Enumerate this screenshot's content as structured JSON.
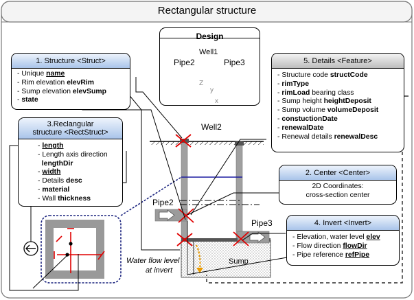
{
  "title": "Rectangular structure",
  "design": {
    "title": "Design",
    "well_label": "Well1",
    "pipe_left": "Pipe2",
    "pipe_right": "Pipe3",
    "axis_z": "Z",
    "axis_y": "y",
    "axis_x": "x"
  },
  "struct_box": {
    "title": "1. Structure <Struct>",
    "items": [
      {
        "pre": "- Unique ",
        "bold": "name",
        "post": "",
        "underline": true
      },
      {
        "pre": "- Rim elevation ",
        "bold": "elevRim",
        "post": "",
        "underline": false
      },
      {
        "pre": "- Sump elevation ",
        "bold": "elevSump",
        "post": "",
        "underline": false
      },
      {
        "pre": "- ",
        "bold": "state",
        "post": "",
        "underline": false
      }
    ]
  },
  "rect_box": {
    "title_line1": "3.Reclangular",
    "title_line2": "structure <RectStruct>",
    "items": [
      {
        "pre": "- ",
        "bold": "length",
        "post": "",
        "underline": true
      },
      {
        "pre": "- Length axis direction",
        "bold": "",
        "post": "",
        "underline": false
      },
      {
        "pre": "  ",
        "bold": "lengthDir",
        "post": "",
        "underline": false
      },
      {
        "pre": "- ",
        "bold": "width",
        "post": "",
        "underline": true
      },
      {
        "pre": "- Details ",
        "bold": "desc",
        "post": "",
        "underline": false
      },
      {
        "pre": "- ",
        "bold": "material",
        "post": "",
        "underline": false
      },
      {
        "pre": "- Wall ",
        "bold": "thickness",
        "post": "",
        "underline": false
      }
    ]
  },
  "details_box": {
    "title": "5. Details <Feature>",
    "items": [
      {
        "pre": "- Structure code ",
        "bold": "structCode",
        "post": "",
        "underline": false
      },
      {
        "pre": "- ",
        "bold": "rimType",
        "post": "",
        "underline": false
      },
      {
        "pre": "- ",
        "bold": "rimLoad",
        "post": " bearing class",
        "underline": false
      },
      {
        "pre": "- Sump height ",
        "bold": "heightDeposit",
        "post": "",
        "underline": false
      },
      {
        "pre": "- Sump volume ",
        "bold": "volumeDeposit",
        "post": "",
        "underline": false
      },
      {
        "pre": "- ",
        "bold": "constuctionDate",
        "post": "",
        "underline": false
      },
      {
        "pre": "- ",
        "bold": "renewalDate",
        "post": "",
        "underline": false
      },
      {
        "pre": "- Renewal details ",
        "bold": "renewalDesc",
        "post": "",
        "underline": false
      }
    ]
  },
  "center_box": {
    "title": "2. Center <Center>",
    "line1": "2D Coordinates:",
    "line2": "cross-section center"
  },
  "invert_box": {
    "title": "4. Invert <Invert>",
    "items": [
      {
        "pre": "- Elevation, water level ",
        "bold": "elev",
        "post": "",
        "underline": true
      },
      {
        "pre": "- Flow direction ",
        "bold": "flowDir",
        "post": "",
        "underline": true
      },
      {
        "pre": "- Pipe reference ",
        "bold": "refPipe",
        "post": "",
        "underline": true
      }
    ]
  },
  "labels": {
    "well2": "Well2",
    "pipe2": "Pipe2",
    "pipe3": "Pipe3",
    "sump": "Sump",
    "water_flow_line1": "Water flow level",
    "water_flow_line2": "at invert"
  },
  "colors": {
    "blue_header": "#a9c4ea",
    "grey_header": "#bdbdbd",
    "red_marker": "#e00000",
    "navy_dashed": "#1a237e",
    "well_grey": "#9e9e9e",
    "water_line": "#1a1aa0",
    "flow_orange": "#e89a00"
  }
}
